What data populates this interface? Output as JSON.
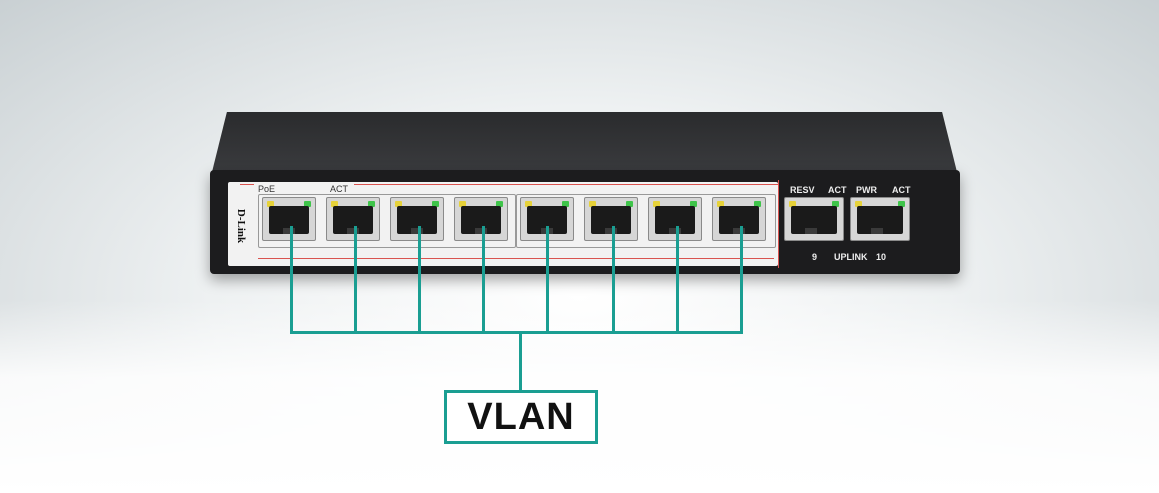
{
  "device": {
    "brand": "D-Link",
    "label_poe": "PoE",
    "label_act": "ACT",
    "uplink_labels": {
      "resv": "RESV",
      "act1": "ACT",
      "pwr": "PWR",
      "act2": "ACT",
      "port9": "9",
      "uplink": "UPLINK",
      "port10": "10"
    },
    "poe_port_count": 8,
    "uplink_port_count": 2
  },
  "diagram": {
    "vlan_label": "VLAN",
    "wire_color": "#1a9e92"
  }
}
